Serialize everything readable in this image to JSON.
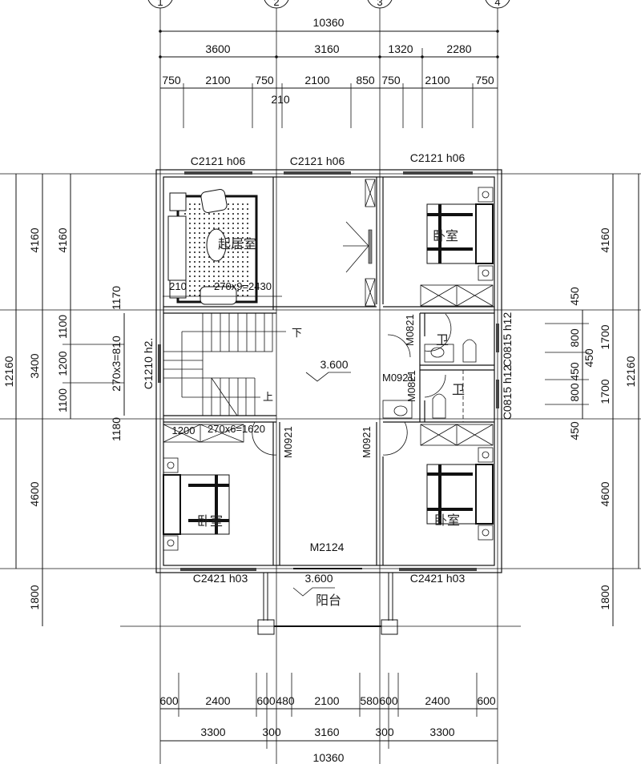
{
  "axes": {
    "vertical": [
      "1",
      "2",
      "3",
      "4"
    ]
  },
  "dims_top": {
    "total": "10360",
    "row2": [
      "3600",
      "3160",
      "1320",
      "2280"
    ],
    "row3": [
      "750",
      "2100",
      "750",
      "210",
      "2100",
      "850",
      "750",
      "2100",
      "750"
    ]
  },
  "dims_bottom": {
    "row1": [
      "600",
      "2400",
      "600",
      "480",
      "2100",
      "580",
      "600",
      "2400",
      "600"
    ],
    "row2": [
      "3300",
      "300",
      "3160",
      "300",
      "3300"
    ],
    "total": "10360"
  },
  "dims_left": {
    "total": "12160",
    "outer": [
      "4160",
      "3400",
      "4600",
      "1800"
    ],
    "inner": [
      "4160",
      "1100",
      "1200",
      "1100"
    ],
    "stair": [
      "1170",
      "270x3=810",
      "1180"
    ],
    "window": "C1210 h2."
  },
  "dims_right": {
    "total": "12160",
    "outer": [
      "4160",
      "1700",
      "1700",
      "4600",
      "1800"
    ],
    "inner": [
      "450",
      "800",
      "450",
      "450",
      "800",
      "450"
    ],
    "windows": [
      "C0815 h12",
      "C0815 h12"
    ]
  },
  "windows": {
    "top": [
      "C2121 h06",
      "C2121 h06",
      "C2121 h06"
    ],
    "bottom": [
      "C2421 h03",
      "C2421 h03"
    ]
  },
  "rooms": {
    "living": "起居室",
    "bedroom_ne": "卧室",
    "bedroom_sw": "卧室",
    "bedroom_se": "卧室",
    "bath_1": "卫",
    "bath_2": "卫",
    "balcony": "阳台"
  },
  "labels": {
    "living_dim": "270x9=2430",
    "living_dim_left": "210",
    "stair_down": "下",
    "stair_up": "上",
    "elevation_hall": "3.600",
    "elevation_balcony": "3.600",
    "wardrobe_dim_a": "1200",
    "wardrobe_dim_b": "270x6=1620"
  },
  "doors": {
    "m0821_a": "M0821",
    "m0921_hall": "M0921",
    "m0821_b": "M0821",
    "m0921_sw": "M0921",
    "m0921_se": "M0921",
    "m2124": "M2124"
  }
}
